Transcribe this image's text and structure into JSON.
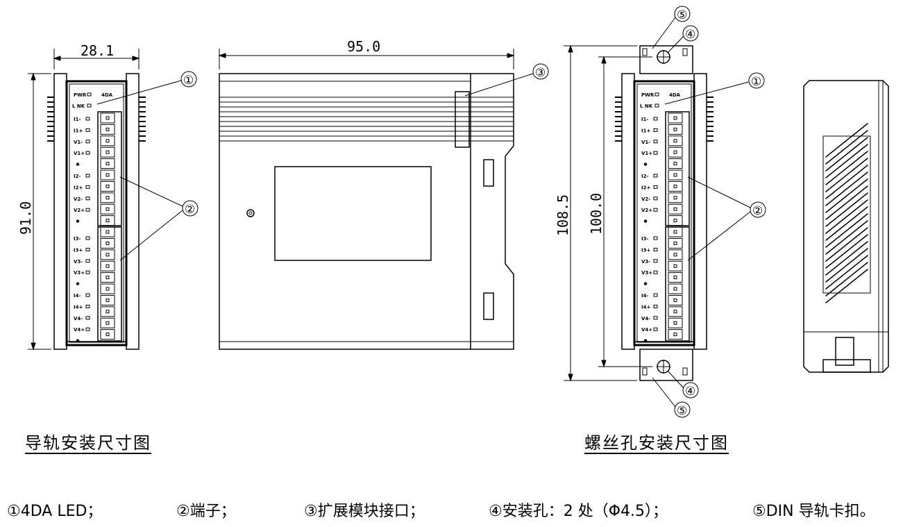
{
  "dims": {
    "width_front": "28.1",
    "height_front": "91.0",
    "width_side": "95.0",
    "height_outer": "108.5",
    "height_inner": "100.0"
  },
  "callouts": [
    "①",
    "②",
    "③",
    "④",
    "⑤"
  ],
  "module": {
    "pwr": "PWR",
    "model": "4DA",
    "link": "L NK",
    "labels_top": [
      "I1-",
      "I1+",
      "V1-",
      "V1+",
      "I2-",
      "I2+",
      "V2-",
      "V2+"
    ],
    "labels_bottom": [
      "I3-",
      "I3+",
      "V3-",
      "V3+",
      "I4-",
      "I4+",
      "V4-",
      "V4+"
    ]
  },
  "captions": {
    "rail": "导轨安装尺寸图",
    "screw": "螺丝孔安装尺寸图"
  },
  "legend": [
    "①4DA LED；",
    "②端子；",
    "③扩展模块接口；",
    "④安装孔：2 处（Φ4.5）；",
    "⑤DIN 导轨卡扣。"
  ]
}
